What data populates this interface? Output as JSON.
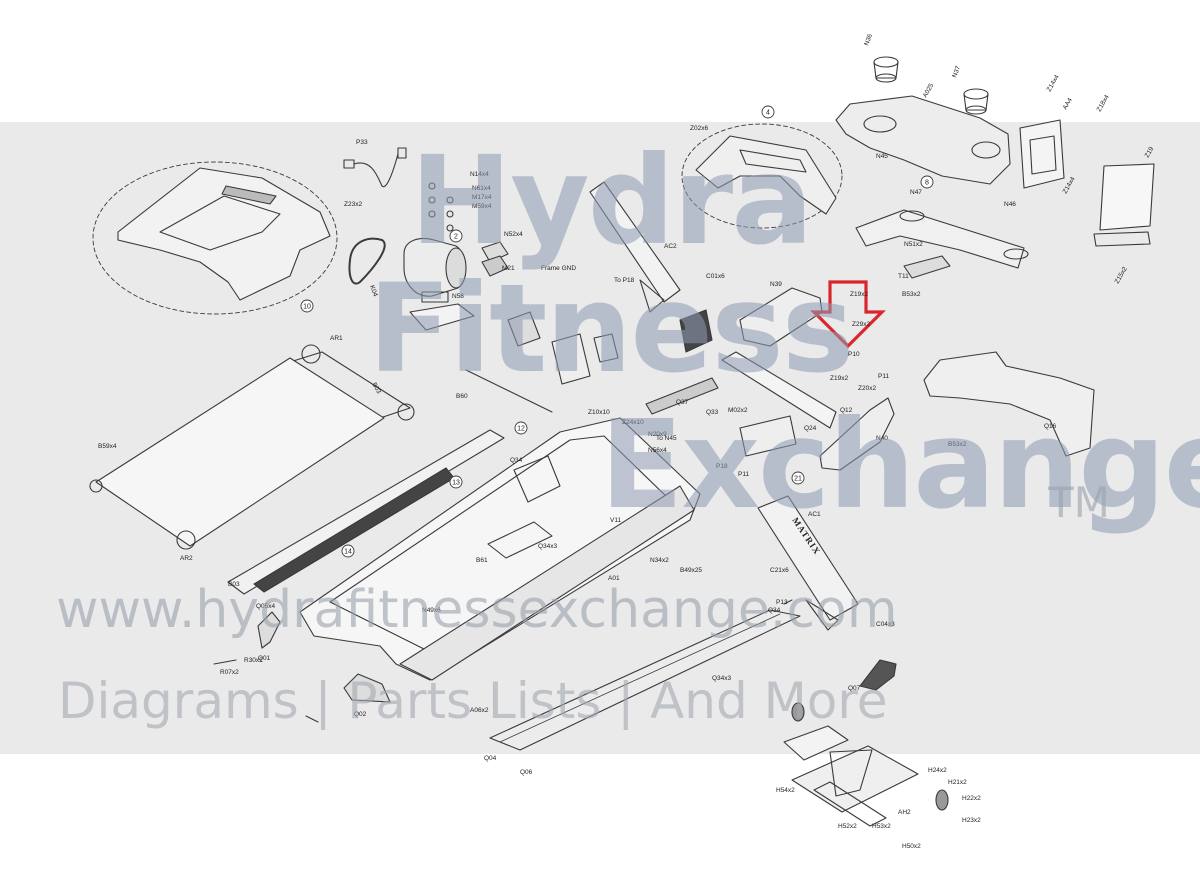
{
  "watermark": {
    "brand_line1": "Hydra",
    "brand_line2": "Fitness",
    "brand_line3": "Exchange",
    "trademark": "TM",
    "url": "www.hydrafitnessexchange.com",
    "tagline": "Diagrams | Parts Lists | And More"
  },
  "console_badge": "MATRIX",
  "callouts": [
    "10",
    "2",
    "4",
    "8",
    "12",
    "13",
    "14",
    "21"
  ],
  "part_labels": [
    {
      "id": "lbl-n36",
      "text": "N36"
    },
    {
      "id": "lbl-n37",
      "text": "N37"
    },
    {
      "id": "lbl-a025",
      "text": "A025"
    },
    {
      "id": "lbl-z14x4-top",
      "text": "Z14x4"
    },
    {
      "id": "lbl-z18x4",
      "text": "Z18x4"
    },
    {
      "id": "lbl-aa4",
      "text": "AA4"
    },
    {
      "id": "lbl-z19",
      "text": "Z19"
    },
    {
      "id": "lbl-n45",
      "text": "N45"
    },
    {
      "id": "lbl-n47",
      "text": "N47"
    },
    {
      "id": "lbl-n46",
      "text": "N46"
    },
    {
      "id": "lbl-z14x4",
      "text": "Z14x4"
    },
    {
      "id": "lbl-z15x2",
      "text": "Z15x2"
    },
    {
      "id": "lbl-p33",
      "text": "P33"
    },
    {
      "id": "lbl-z23x2",
      "text": "Z23x2"
    },
    {
      "id": "lbl-n14x4",
      "text": "N14x4"
    },
    {
      "id": "lbl-n61x4",
      "text": "N61x4"
    },
    {
      "id": "lbl-m17x4",
      "text": "M17x4"
    },
    {
      "id": "lbl-m59x4",
      "text": "M59x4"
    },
    {
      "id": "lbl-n52x4",
      "text": "N52x4"
    },
    {
      "id": "lbl-m21",
      "text": "M21"
    },
    {
      "id": "lbl-k04",
      "text": "K04"
    },
    {
      "id": "lbl-n58",
      "text": "N58"
    },
    {
      "id": "lbl-z02x6",
      "text": "Z02x6"
    },
    {
      "id": "lbl-ac2",
      "text": "AC2"
    },
    {
      "id": "lbl-c01x6",
      "text": "C01x6"
    },
    {
      "id": "lbl-n39",
      "text": "N39"
    },
    {
      "id": "lbl-n51x2",
      "text": "N51x2"
    },
    {
      "id": "lbl-b53x2",
      "text": "B53x2"
    },
    {
      "id": "lbl-t11",
      "text": "T11"
    },
    {
      "id": "lbl-z19x2-a",
      "text": "Z19x2"
    },
    {
      "id": "lbl-z29x2",
      "text": "Z29x2"
    },
    {
      "id": "lbl-p10",
      "text": "P10"
    },
    {
      "id": "lbl-p11",
      "text": "P11"
    },
    {
      "id": "lbl-z19x2-b",
      "text": "Z19x2"
    },
    {
      "id": "lbl-z20x2",
      "text": "Z20x2"
    },
    {
      "id": "lbl-q12",
      "text": "Q12"
    },
    {
      "id": "lbl-n40",
      "text": "N40"
    },
    {
      "id": "lbl-q16",
      "text": "Q16"
    },
    {
      "id": "lbl-b53x2-b",
      "text": "B53x2"
    },
    {
      "id": "lbl-frame-gnd",
      "text": "Frame GND"
    },
    {
      "id": "lbl-to-p18",
      "text": "To P18"
    },
    {
      "id": "lbl-ar1",
      "text": "AR1"
    },
    {
      "id": "lbl-b03",
      "text": "B03"
    },
    {
      "id": "lbl-b03x",
      "text": "B03"
    },
    {
      "id": "lbl-b60",
      "text": "B60"
    },
    {
      "id": "lbl-b59x4",
      "text": "B59x4"
    },
    {
      "id": "lbl-ar2",
      "text": "AR2"
    },
    {
      "id": "lbl-q34",
      "text": "Q34"
    },
    {
      "id": "lbl-z10x10",
      "text": "Z10x10"
    },
    {
      "id": "lbl-z24x10",
      "text": "Z24x10"
    },
    {
      "id": "lbl-n20x9",
      "text": "N20x9"
    },
    {
      "id": "lbl-to-n45",
      "text": "To N45"
    },
    {
      "id": "lbl-n56x4",
      "text": "N56x4"
    },
    {
      "id": "lbl-q37",
      "text": "Q37"
    },
    {
      "id": "lbl-q33",
      "text": "Q33"
    },
    {
      "id": "lbl-m02x2",
      "text": "M02x2"
    },
    {
      "id": "lbl-q24",
      "text": "Q24"
    },
    {
      "id": "lbl-p18",
      "text": "P18"
    },
    {
      "id": "lbl-p11b",
      "text": "P11"
    },
    {
      "id": "lbl-v11",
      "text": "V11"
    },
    {
      "id": "lbl-a01",
      "text": "A01"
    },
    {
      "id": "lbl-n34x2",
      "text": "N34x2"
    },
    {
      "id": "lbl-b49x25",
      "text": "B49x25"
    },
    {
      "id": "lbl-b61",
      "text": "B61"
    },
    {
      "id": "lbl-q34x3",
      "text": "Q34x3"
    },
    {
      "id": "lbl-ac1",
      "text": "AC1"
    },
    {
      "id": "lbl-c21x6",
      "text": "C21x6"
    },
    {
      "id": "lbl-p13",
      "text": "P13"
    },
    {
      "id": "lbl-c04x3",
      "text": "C04x3"
    },
    {
      "id": "lbl-q07",
      "text": "Q07"
    },
    {
      "id": "lbl-q05x4",
      "text": "Q05x4"
    },
    {
      "id": "lbl-n49x6",
      "text": "N49x6"
    },
    {
      "id": "lbl-q01",
      "text": "Q01"
    },
    {
      "id": "lbl-r07x2",
      "text": "R07x2"
    },
    {
      "id": "lbl-r30x2",
      "text": "R30x2"
    },
    {
      "id": "lbl-q02",
      "text": "Q02"
    },
    {
      "id": "lbl-a06x2",
      "text": "A06x2"
    },
    {
      "id": "lbl-q04",
      "text": "Q04"
    },
    {
      "id": "lbl-q06",
      "text": "Q06"
    },
    {
      "id": "lbl-q34x3b",
      "text": "Q34x3"
    },
    {
      "id": "lbl-q34b",
      "text": "Q34"
    },
    {
      "id": "lbl-h24x2",
      "text": "H24x2"
    },
    {
      "id": "lbl-h21x2",
      "text": "H21x2"
    },
    {
      "id": "lbl-h22x2",
      "text": "H22x2"
    },
    {
      "id": "lbl-h23x2",
      "text": "H23x2"
    },
    {
      "id": "lbl-h54x2",
      "text": "H54x2"
    },
    {
      "id": "lbl-h52x2",
      "text": "H52x2"
    },
    {
      "id": "lbl-ah2",
      "text": "AH2"
    },
    {
      "id": "lbl-h53x2",
      "text": "H53x2"
    },
    {
      "id": "lbl-h50x2",
      "text": "H50x2"
    }
  ],
  "colors": {
    "highlight_arrow": "#d9262b",
    "line": "#3a3a3a",
    "watermark_text": "#8f9bb3",
    "watermark_band": "#d9d9d9"
  }
}
